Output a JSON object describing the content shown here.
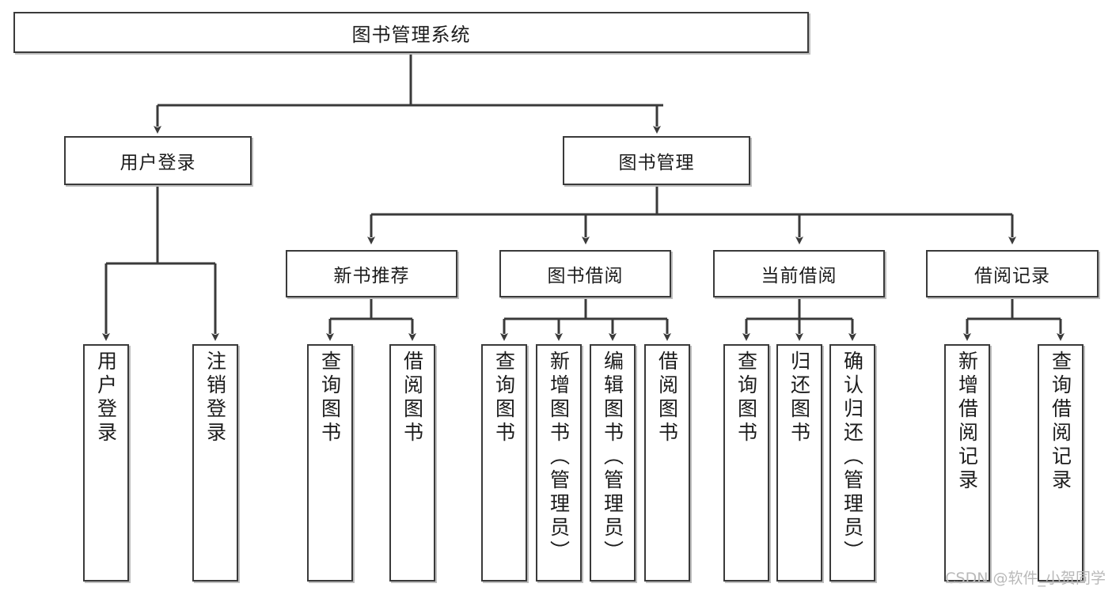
{
  "diagram": {
    "title": "图书管理系统",
    "type": "hierarchy-tree",
    "root": {
      "label": "图书管理系统"
    },
    "level2": [
      {
        "label": "用户登录"
      },
      {
        "label": "图书管理"
      }
    ],
    "level3": [
      {
        "label": "新书推荐"
      },
      {
        "label": "图书借阅"
      },
      {
        "label": "当前借阅"
      },
      {
        "label": "借阅记录"
      }
    ],
    "leaves": {
      "user_login": [
        {
          "label": "用户登录"
        },
        {
          "label": "注销登录"
        }
      ],
      "new_book_recommend": [
        {
          "label": "查询图书"
        },
        {
          "label": "借阅图书"
        }
      ],
      "book_borrow": [
        {
          "label": "查询图书"
        },
        {
          "label": "新增图书（管理员）"
        },
        {
          "label": "编辑图书（管理员）"
        },
        {
          "label": "借阅图书"
        }
      ],
      "current_borrow": [
        {
          "label": "查询图书"
        },
        {
          "label": "归还图书"
        },
        {
          "label": "确认归还（管理员）"
        }
      ],
      "borrow_record": [
        {
          "label": "新增借阅记录"
        },
        {
          "label": "查询借阅记录"
        }
      ]
    }
  },
  "watermark": {
    "text": "CSDN @软件_小贺同学"
  },
  "colors": {
    "box_border": "#3a3a3a",
    "box_shadow": "#bdbdbd",
    "line": "#3a3a3a",
    "text": "#1c1c1c",
    "background": "#ffffff",
    "watermark": "#b9b9b9"
  }
}
